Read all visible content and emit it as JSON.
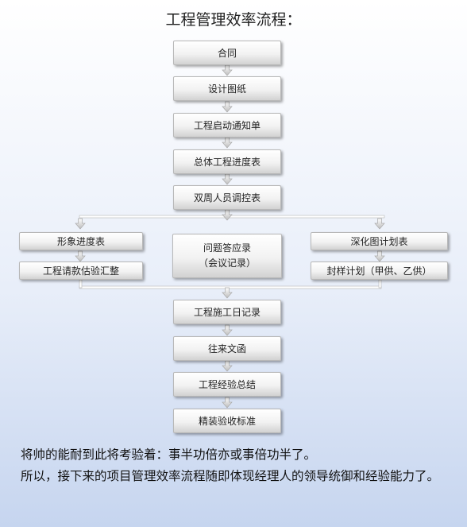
{
  "title": "工程管理效率流程：",
  "flow": {
    "main_top": [
      "合同",
      "设计图纸",
      "工程启动通知单",
      "总体工程进度表",
      "双周人员调控表"
    ],
    "left_branch": [
      "形象进度表",
      "工程请款估验汇整"
    ],
    "center_branch": {
      "line1": "问题答应录",
      "line2": "（会议记录）"
    },
    "right_branch": [
      "深化图计划表",
      "封样计划（甲供、乙供）"
    ],
    "main_bottom": [
      "工程施工日记录",
      "往来文函",
      "工程经验总结",
      "精装验收标准"
    ]
  },
  "paragraphs": [
    "将帅的能耐到此将考验着：事半功倍亦或事倍功半了。",
    "所以，接下来的项目管理效率流程随即体现经理人的领导统御和经验能力了。"
  ]
}
